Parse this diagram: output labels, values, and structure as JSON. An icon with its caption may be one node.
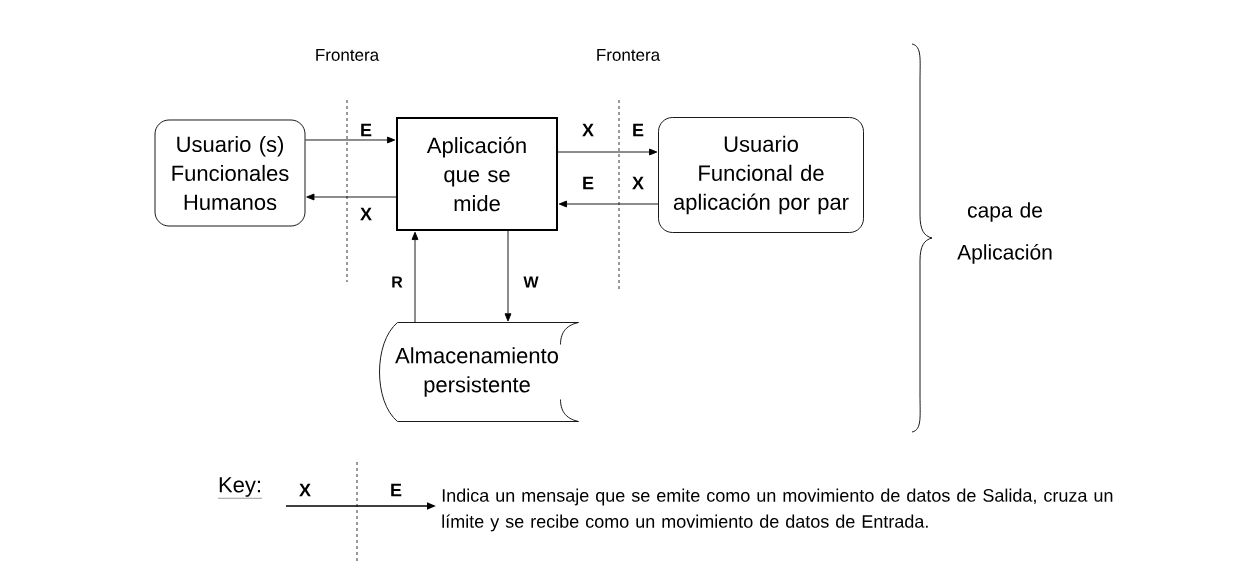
{
  "diagram": {
    "nodes": [
      {
        "text": [
          "Usuario (s) Funcionales Humanos"
        ]
      },
      {
        "text": [
          "Aplicación que se mide"
        ]
      },
      {
        "text": [
          "Usuario Funcional de aplicación por par"
        ]
      },
      {
        "text": [
          "Almacenamiento persistente"
        ]
      }
    ],
    "edges": [
      {
        "from": 0,
        "to": 1,
        "arrow": "to"
      },
      {
        "from": 1,
        "to": 0,
        "arrow": "to"
      },
      {
        "from": 1,
        "to": 2,
        "arrow": "to"
      },
      {
        "from": 2,
        "to": 1,
        "arrow": "to"
      },
      {
        "from": 3,
        "to": 1,
        "arrow": "to",
        "label": "R"
      },
      {
        "from": 1,
        "to": 3,
        "arrow": "to",
        "label": "W"
      }
    ],
    "labels": [
      "Frontera",
      "Frontera",
      "E",
      "X",
      "E",
      "E",
      "X",
      "X",
      "capa de Aplicación",
      "Key:",
      "X",
      "E",
      "Indica un mensaje que se emite como un movimiento de datos de Salida, cruza un límite y se recibe como un movimiento de datos de Entrada."
    ]
  }
}
